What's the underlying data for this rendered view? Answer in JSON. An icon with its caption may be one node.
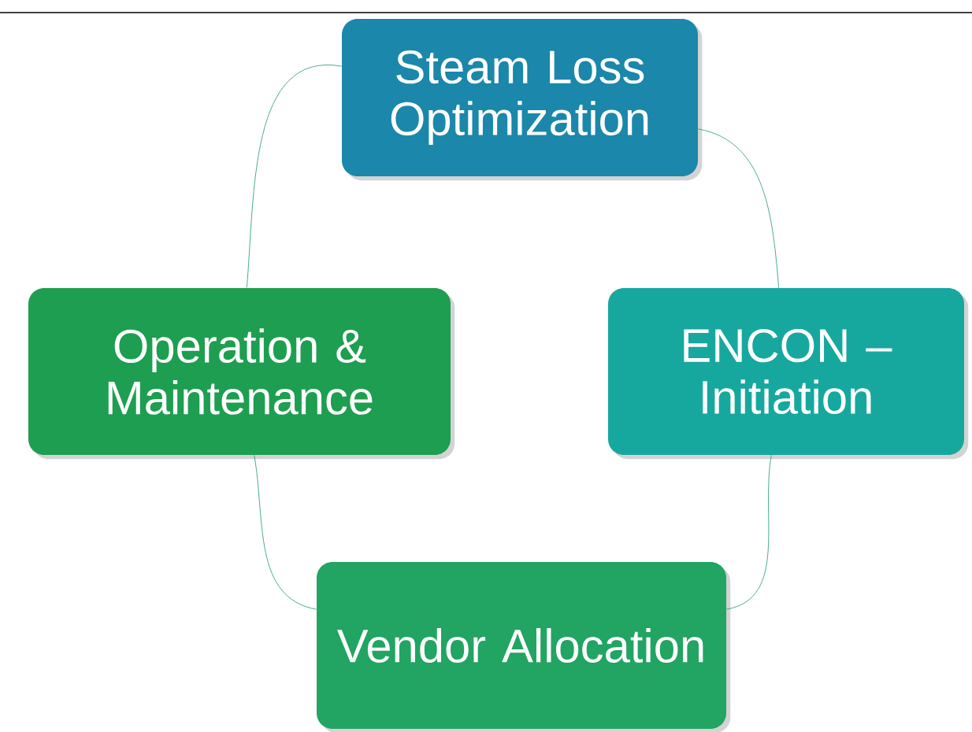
{
  "diagram": {
    "nodes": [
      {
        "text": [
          "Steam Loss Optimization"
        ]
      },
      {
        "text": [
          "Operation & Maintenance"
        ]
      },
      {
        "text": [
          "ENCON – Initiation"
        ]
      },
      {
        "text": [
          "Vendor Allocation"
        ]
      }
    ],
    "edges": [
      {
        "from": 0,
        "to": 2,
        "arrow": "none"
      },
      {
        "from": 2,
        "to": 3,
        "arrow": "none"
      },
      {
        "from": 3,
        "to": 1,
        "arrow": "none"
      },
      {
        "from": 1,
        "to": 0,
        "arrow": "none"
      }
    ]
  }
}
